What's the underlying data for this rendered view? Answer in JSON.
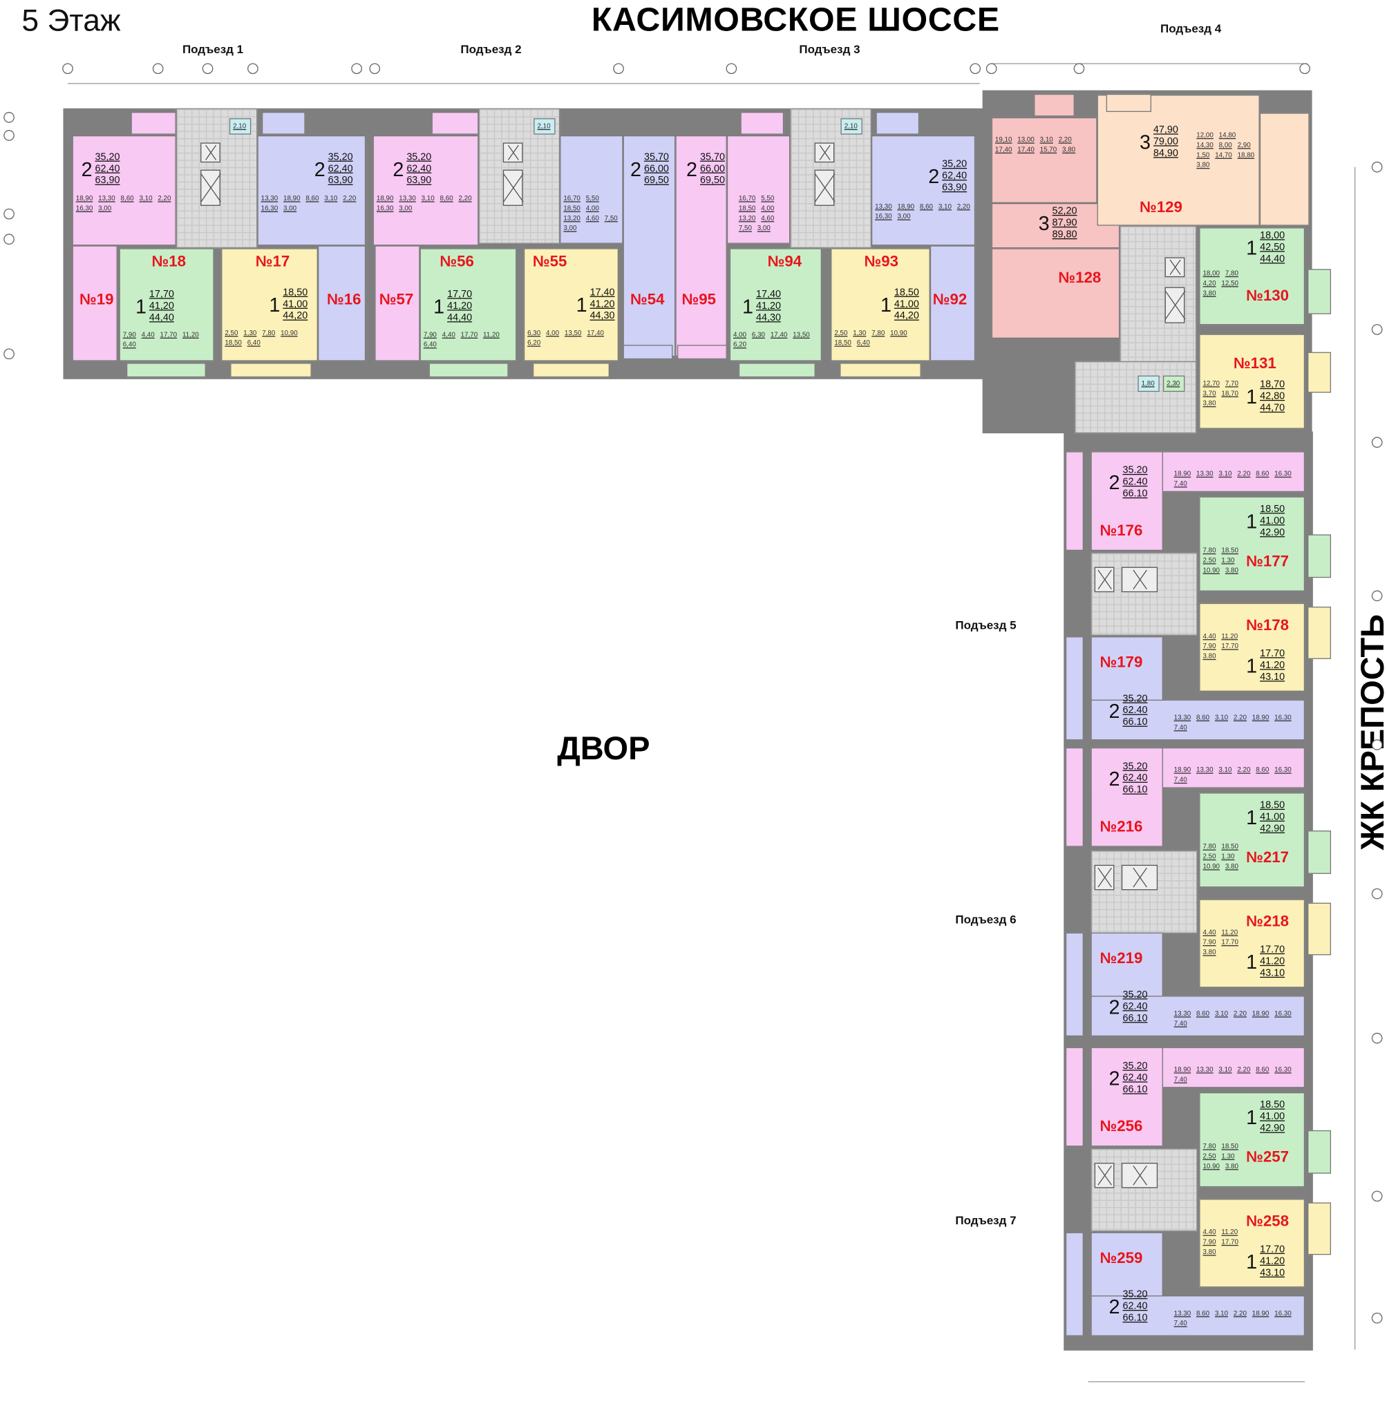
{
  "header": {
    "floor_title": "5 Этаж",
    "street": "КАСИМОВСКОЕ ШОССЕ",
    "yard": "ДВОР",
    "complex": "ЖК КРЕПОСТЬ"
  },
  "entrances": [
    "Подъезд 1",
    "Подъезд 2",
    "Подъезд 3",
    "Подъезд 4",
    "Подъезд 5",
    "Подъезд 6",
    "Подъезд 7"
  ],
  "colors": {
    "pink": "#f7c9f3",
    "green": "#c8eec8",
    "yellow": "#fbf1b9",
    "blue": "#d0d1f6",
    "red": "#f7c3c3",
    "peach": "#fde1c9",
    "wall": "#7f7f7f",
    "number": "#e8141c"
  },
  "common_areas": [
    "2,10",
    "2,10",
    "2,10",
    "1,80",
    "2,30"
  ],
  "apartments": [
    {
      "number": "№19",
      "rooms": "2",
      "living": "35,20",
      "total": "62,40",
      "total_balcony": "63,90",
      "color": "pink",
      "room_areas": [
        "18,90",
        "13,30",
        "8,60",
        "3,10",
        "2,20",
        "16,30",
        "3,00"
      ]
    },
    {
      "number": "№18",
      "rooms": "1",
      "living": "17,70",
      "total": "41,20",
      "total_balcony": "44,40",
      "color": "green",
      "room_areas": [
        "7,90",
        "4,40",
        "17,70",
        "11,20",
        "6,40"
      ]
    },
    {
      "number": "№17",
      "rooms": "1",
      "living": "18,50",
      "total": "41,00",
      "total_balcony": "44,20",
      "color": "yellow",
      "room_areas": [
        "2,50",
        "1,30",
        "7,80",
        "10,90",
        "18,50",
        "6,40"
      ]
    },
    {
      "number": "№16",
      "rooms": "2",
      "living": "35,20",
      "total": "62,40",
      "total_balcony": "63,90",
      "color": "blue",
      "room_areas": [
        "13,30",
        "18,90",
        "8,60",
        "3,10",
        "2,20",
        "16,30",
        "3,00"
      ]
    },
    {
      "number": "№57",
      "rooms": "2",
      "living": "35,20",
      "total": "62,40",
      "total_balcony": "63,90",
      "color": "pink",
      "room_areas": [
        "18,90",
        "13,30",
        "3,10",
        "8,60",
        "2,20",
        "16,30",
        "3,00"
      ]
    },
    {
      "number": "№56",
      "rooms": "1",
      "living": "17,70",
      "total": "41,20",
      "total_balcony": "44,40",
      "color": "green",
      "room_areas": [
        "7,90",
        "4,40",
        "17,70",
        "11,20",
        "6,40"
      ]
    },
    {
      "number": "№55",
      "rooms": "1",
      "living": "17,40",
      "total": "41,20",
      "total_balcony": "44,30",
      "color": "yellow",
      "room_areas": [
        "6,30",
        "4,00",
        "13,50",
        "17,40",
        "6,20"
      ]
    },
    {
      "number": "№54",
      "rooms": "2",
      "living": "35,70",
      "total": "66,00",
      "total_balcony": "69,50",
      "color": "blue",
      "room_areas": [
        "16,70",
        "5,50",
        "18,50",
        "4,00",
        "13,20",
        "4,60",
        "7,50",
        "3,00"
      ]
    },
    {
      "number": "№95",
      "rooms": "2",
      "living": "35,70",
      "total": "66,00",
      "total_balcony": "69,50",
      "color": "pink",
      "room_areas": [
        "16,70",
        "5,50",
        "18,50",
        "4,00",
        "13,20",
        "4,60",
        "7,50",
        "3,00"
      ]
    },
    {
      "number": "№94",
      "rooms": "1",
      "living": "17,40",
      "total": "41,20",
      "total_balcony": "44,30",
      "color": "green",
      "room_areas": [
        "4,00",
        "6,30",
        "17,40",
        "13,50",
        "6,20"
      ]
    },
    {
      "number": "№93",
      "rooms": "1",
      "living": "18,50",
      "total": "41,00",
      "total_balcony": "44,20",
      "color": "yellow",
      "room_areas": [
        "2,50",
        "1,30",
        "7,80",
        "10,90",
        "18,50",
        "6,40"
      ]
    },
    {
      "number": "№92",
      "rooms": "2",
      "living": "35,20",
      "total": "62,40",
      "total_balcony": "63,90",
      "color": "blue",
      "room_areas": [
        "13,30",
        "18,90",
        "8,60",
        "3,10",
        "2,20",
        "16,30",
        "3,00"
      ]
    },
    {
      "number": "№128",
      "rooms": "3",
      "living": "52,20",
      "total": "87,90",
      "total_balcony": "89,80",
      "color": "red",
      "room_areas": [
        "19,10",
        "13,00",
        "3,10",
        "2,20",
        "17,40",
        "17,40",
        "15,70",
        "3,80"
      ]
    },
    {
      "number": "№129",
      "rooms": "3",
      "living": "47,90",
      "total": "79,00",
      "total_balcony": "84,90",
      "color": "peach",
      "room_areas": [
        "12,00",
        "14,80",
        "14,30",
        "8,00",
        "2,90",
        "1,50",
        "14,70",
        "18,80",
        "3,80"
      ]
    },
    {
      "number": "№130",
      "rooms": "1",
      "living": "18,00",
      "total": "42,50",
      "total_balcony": "44,40",
      "color": "green",
      "room_areas": [
        "18,00",
        "7,80",
        "4,20",
        "12,50",
        "3,80"
      ]
    },
    {
      "number": "№131",
      "rooms": "1",
      "living": "18,70",
      "total": "42,80",
      "total_balcony": "44,70",
      "color": "yellow",
      "room_areas": [
        "12,70",
        "7,70",
        "3,70",
        "18,70",
        "3,80"
      ]
    },
    {
      "number": "№176",
      "rooms": "2",
      "living": "35.20",
      "total": "62.40",
      "total_balcony": "66.10",
      "color": "pink",
      "room_areas": [
        "18.90",
        "13.30",
        "3.10",
        "2.20",
        "8.60",
        "16.30",
        "7.40"
      ]
    },
    {
      "number": "№177",
      "rooms": "1",
      "living": "18.50",
      "total": "41.00",
      "total_balcony": "42.90",
      "color": "green",
      "room_areas": [
        "7.80",
        "18.50",
        "2.50",
        "1.30",
        "10.90",
        "3.80"
      ]
    },
    {
      "number": "№178",
      "rooms": "1",
      "living": "17.70",
      "total": "41.20",
      "total_balcony": "43.10",
      "color": "yellow",
      "room_areas": [
        "4.40",
        "11.20",
        "7.90",
        "17.70",
        "3.80"
      ]
    },
    {
      "number": "№179",
      "rooms": "2",
      "living": "35.20",
      "total": "62.40",
      "total_balcony": "66.10",
      "color": "blue",
      "room_areas": [
        "13.30",
        "8.60",
        "3.10",
        "2.20",
        "18.90",
        "16.30",
        "7.40"
      ]
    },
    {
      "number": "№216",
      "rooms": "2",
      "living": "35.20",
      "total": "62.40",
      "total_balcony": "66.10",
      "color": "pink",
      "room_areas": [
        "18.90",
        "13.30",
        "3.10",
        "2.20",
        "8.60",
        "16.30",
        "7.40"
      ]
    },
    {
      "number": "№217",
      "rooms": "1",
      "living": "18.50",
      "total": "41.00",
      "total_balcony": "42.90",
      "color": "green",
      "room_areas": [
        "7.80",
        "18.50",
        "2.50",
        "1.30",
        "10.90",
        "3.80"
      ]
    },
    {
      "number": "№218",
      "rooms": "1",
      "living": "17.70",
      "total": "41.20",
      "total_balcony": "43.10",
      "color": "yellow",
      "room_areas": [
        "4.40",
        "11.20",
        "7.90",
        "17.70",
        "3.80"
      ]
    },
    {
      "number": "№219",
      "rooms": "2",
      "living": "35.20",
      "total": "62.40",
      "total_balcony": "66.10",
      "color": "blue",
      "room_areas": [
        "13.30",
        "8.60",
        "3.10",
        "2.20",
        "18.90",
        "16.30",
        "7.40"
      ]
    },
    {
      "number": "№256",
      "rooms": "2",
      "living": "35.20",
      "total": "62.40",
      "total_balcony": "66.10",
      "color": "pink",
      "room_areas": [
        "18.90",
        "13.30",
        "3.10",
        "2.20",
        "8.60",
        "16.30",
        "7.40"
      ]
    },
    {
      "number": "№257",
      "rooms": "1",
      "living": "18.50",
      "total": "41.00",
      "total_balcony": "42.90",
      "color": "green",
      "room_areas": [
        "7.80",
        "18.50",
        "2.50",
        "1.30",
        "10.90",
        "3.80"
      ]
    },
    {
      "number": "№258",
      "rooms": "1",
      "living": "17.70",
      "total": "41.20",
      "total_balcony": "43.10",
      "color": "yellow",
      "room_areas": [
        "4.40",
        "11.20",
        "7.90",
        "17.70",
        "3.80"
      ]
    },
    {
      "number": "№259",
      "rooms": "2",
      "living": "35.20",
      "total": "62.40",
      "total_balcony": "66.10",
      "color": "blue",
      "room_areas": [
        "13.30",
        "8.60",
        "3.10",
        "2.20",
        "18.90",
        "16.30",
        "7.40"
      ]
    }
  ]
}
